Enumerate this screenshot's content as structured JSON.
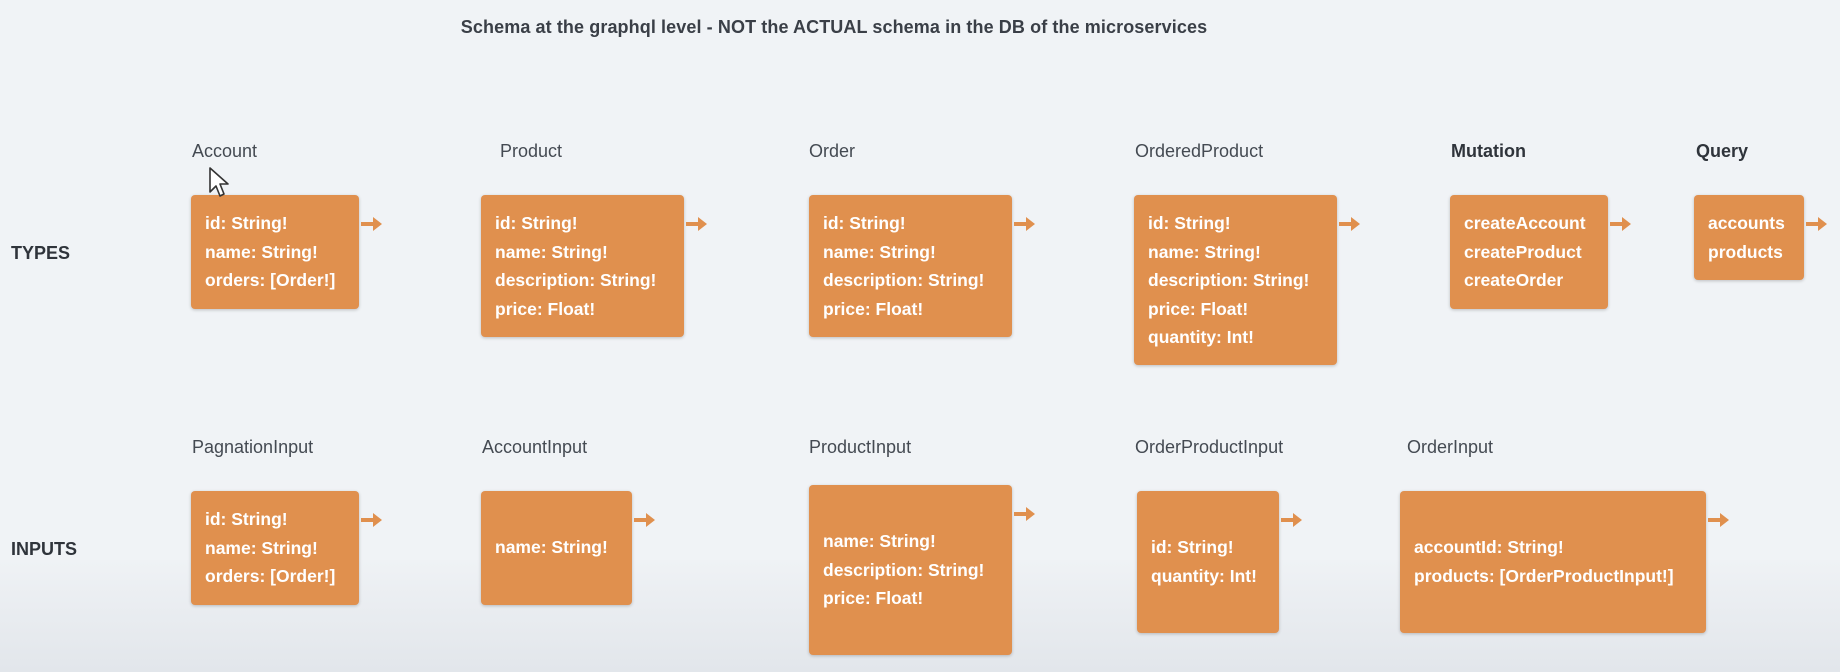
{
  "title": "Schema at the graphql level - NOT the ACTUAL schema in the DB of the microservices",
  "colors": {
    "box": "#e0904e",
    "box_text": "#ffffff",
    "arrow": "#e0904e"
  },
  "rows": {
    "types": "TYPES",
    "inputs": "INPUTS"
  },
  "types": [
    {
      "name": "Account",
      "fields": [
        "id: String!",
        "name: String!",
        "orders: [Order!]"
      ]
    },
    {
      "name": "Product",
      "fields": [
        "id: String!",
        "name: String!",
        "description: String!",
        "price: Float!"
      ]
    },
    {
      "name": "Order",
      "fields": [
        "id: String!",
        "name: String!",
        "description: String!",
        "price: Float!"
      ]
    },
    {
      "name": "OrderedProduct",
      "fields": [
        "id: String!",
        "name: String!",
        "description: String!",
        "price: Float!",
        "quantity: Int!"
      ]
    },
    {
      "name": "Mutation",
      "fields": [
        "createAccount",
        "createProduct",
        "createOrder"
      ]
    },
    {
      "name": "Query",
      "fields": [
        "accounts",
        "products"
      ]
    }
  ],
  "inputs": [
    {
      "name": "PagnationInput",
      "fields": [
        "id: String!",
        "name: String!",
        "orders: [Order!]"
      ]
    },
    {
      "name": "AccountInput",
      "fields": [
        "name: String!"
      ]
    },
    {
      "name": "ProductInput",
      "fields": [
        "name: String!",
        "description: String!",
        "price: Float!"
      ]
    },
    {
      "name": "OrderProductInput",
      "fields": [
        "id: String!",
        "quantity: Int!"
      ]
    },
    {
      "name": "OrderInput",
      "fields": [
        "accountId: String!",
        "products: [OrderProductInput!]"
      ]
    }
  ],
  "cursor": "mouse-pointer-icon"
}
